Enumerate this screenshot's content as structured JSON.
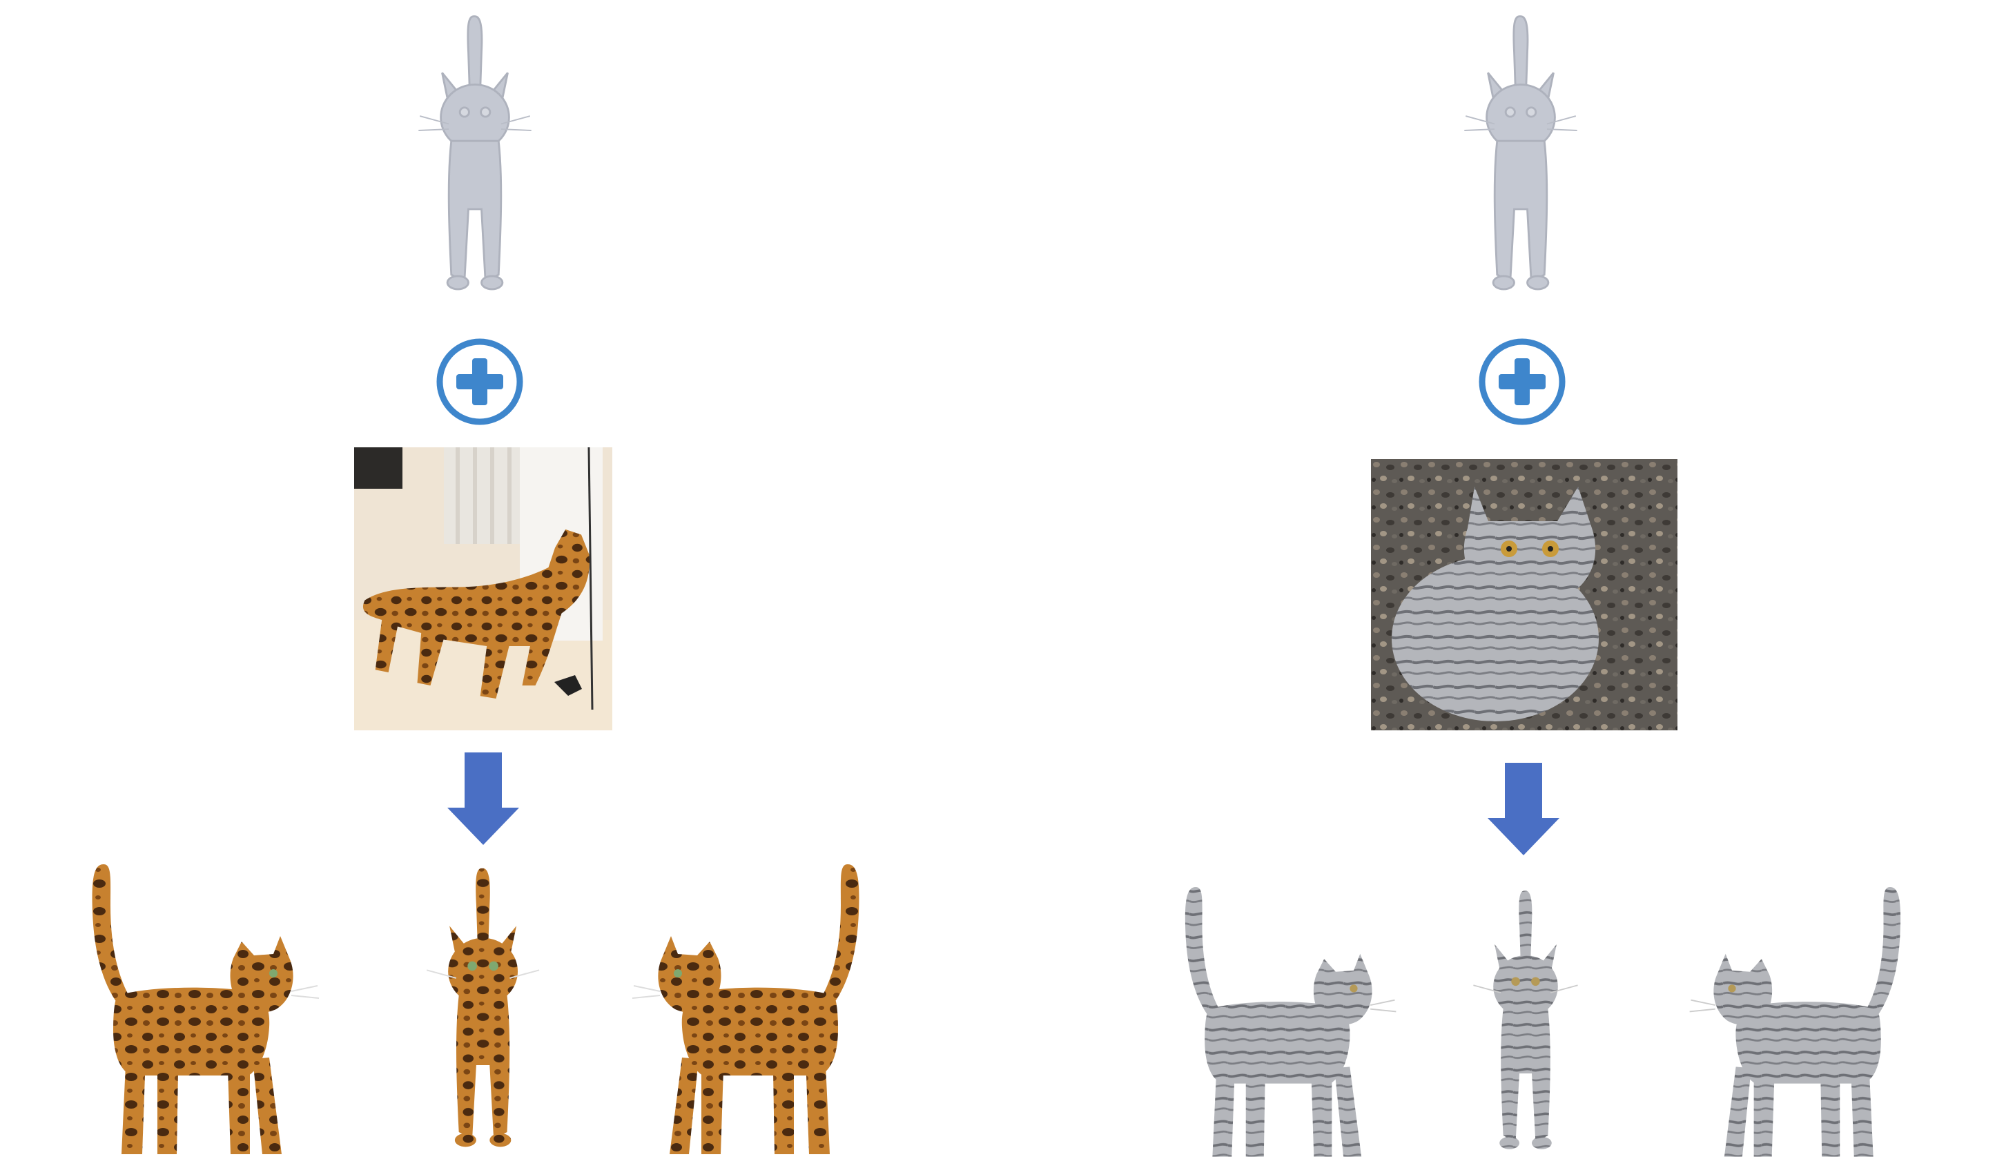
{
  "colors": {
    "background": "#ffffff",
    "mesh_gray": "#c4c8d2",
    "plus_ring": "#3e86cc",
    "arrow_blue": "#4a6fc4",
    "bengal_orange": "#b9702a",
    "tabby_silver": "#a9abb0"
  },
  "icons": {
    "plus": "plus-circle-icon",
    "arrow": "arrow-down-icon"
  },
  "panels": [
    {
      "name": "bengal",
      "input": "untextured-cat-mesh",
      "reference": "bengal-cat-photo",
      "outputs": [
        "side-view-right",
        "front-view",
        "side-view-left"
      ]
    },
    {
      "name": "silver-tabby",
      "input": "untextured-cat-mesh",
      "reference": "silver-tabby-cat-photo",
      "outputs": [
        "side-view-right",
        "front-view",
        "side-view-left"
      ]
    }
  ]
}
